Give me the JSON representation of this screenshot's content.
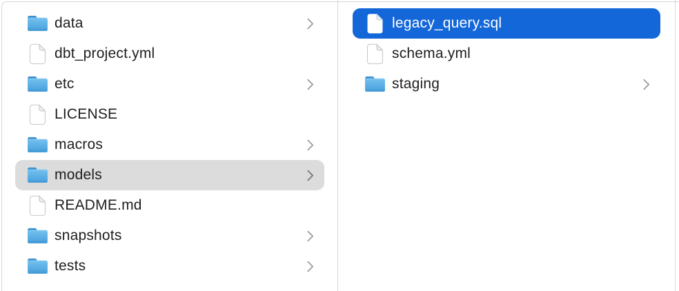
{
  "colors": {
    "selection_active_bg": "#1467d8",
    "selection_active_text": "#ffffff",
    "selection_inactive_bg": "#dcdcdc",
    "text": "#1e1e1e"
  },
  "columns": [
    {
      "name": "parent-folder-column",
      "items": [
        {
          "label": "data",
          "icon": "folder-icon",
          "chevron": true,
          "selected": "none"
        },
        {
          "label": "dbt_project.yml",
          "icon": "file-icon",
          "chevron": false,
          "selected": "none"
        },
        {
          "label": "etc",
          "icon": "folder-icon",
          "chevron": true,
          "selected": "none"
        },
        {
          "label": "LICENSE",
          "icon": "file-icon",
          "chevron": false,
          "selected": "none"
        },
        {
          "label": "macros",
          "icon": "folder-icon",
          "chevron": true,
          "selected": "none"
        },
        {
          "label": "models",
          "icon": "folder-icon",
          "chevron": true,
          "selected": "inactive"
        },
        {
          "label": "README.md",
          "icon": "file-icon",
          "chevron": false,
          "selected": "none"
        },
        {
          "label": "snapshots",
          "icon": "folder-icon",
          "chevron": true,
          "selected": "none"
        },
        {
          "label": "tests",
          "icon": "folder-icon",
          "chevron": true,
          "selected": "none"
        }
      ]
    },
    {
      "name": "models-folder-column",
      "items": [
        {
          "label": "legacy_query.sql",
          "icon": "file-icon",
          "chevron": false,
          "selected": "active"
        },
        {
          "label": "schema.yml",
          "icon": "file-icon",
          "chevron": false,
          "selected": "none"
        },
        {
          "label": "staging",
          "icon": "folder-icon",
          "chevron": true,
          "selected": "none"
        }
      ]
    }
  ]
}
